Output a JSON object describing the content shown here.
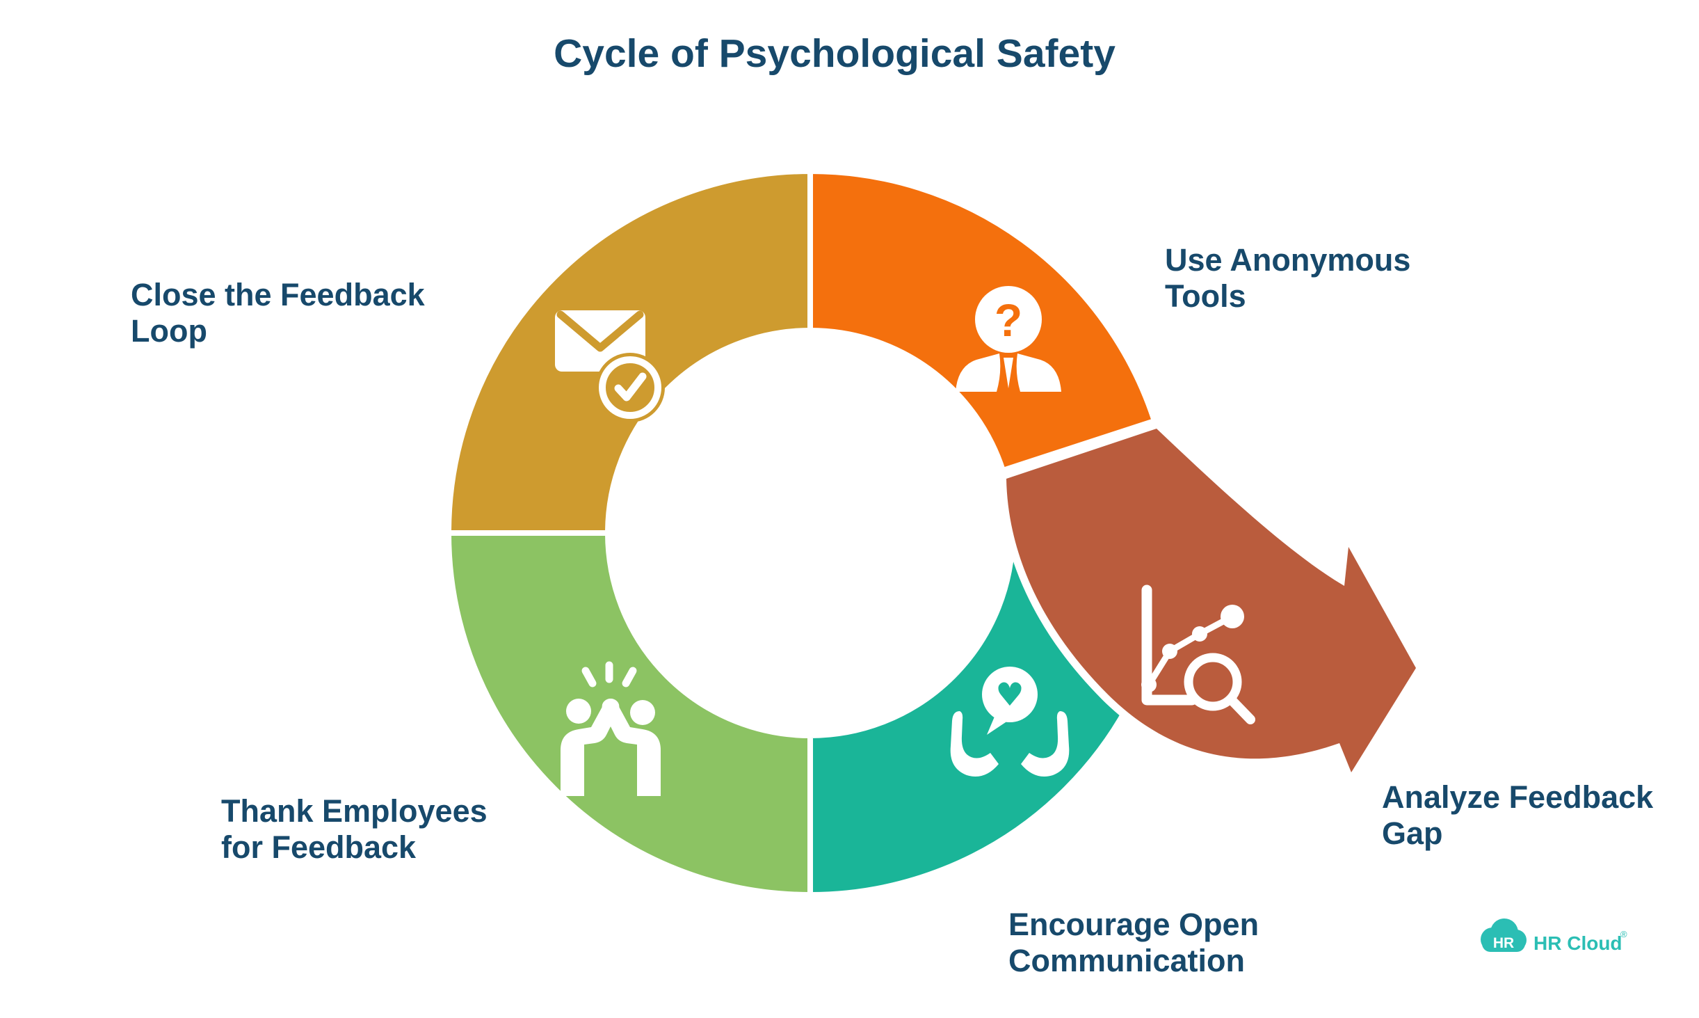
{
  "title": "Cycle of Psychological Safety",
  "colors": {
    "background": "#FFFFFF",
    "text": "#17496B",
    "gold": "#CE9B2F",
    "orange": "#F4700D",
    "rust": "#BA5C3D",
    "teal": "#1AB598",
    "green": "#8CC363",
    "logo_teal": "#2BBEB4"
  },
  "diagram": {
    "type": "cycle",
    "segments": [
      {
        "id": "close-feedback-loop",
        "label": "Close the Feedback\nLoop",
        "color": "#CE9B2F",
        "icon": "envelope-check-icon"
      },
      {
        "id": "use-anonymous-tools",
        "label": "Use Anonymous\nTools",
        "color": "#F4700D",
        "icon": "person-question-icon"
      },
      {
        "id": "analyze-feedback-gap",
        "label": "Analyze Feedback\nGap",
        "color": "#BA5C3D",
        "icon": "chart-magnifier-icon"
      },
      {
        "id": "encourage-open-communication",
        "label": "Encourage Open\nCommunication",
        "color": "#1AB598",
        "icon": "hands-heart-icon"
      },
      {
        "id": "thank-employees",
        "label": "Thank Employees\nfor Feedback",
        "color": "#8CC363",
        "icon": "high-five-icon"
      }
    ]
  },
  "icons": {
    "question_glyph": "?",
    "heart_glyph": "♥"
  },
  "logo": {
    "badge_text": "HR",
    "brand": "HR Cloud",
    "reg": "®",
    "color": "#2BBEB4"
  }
}
